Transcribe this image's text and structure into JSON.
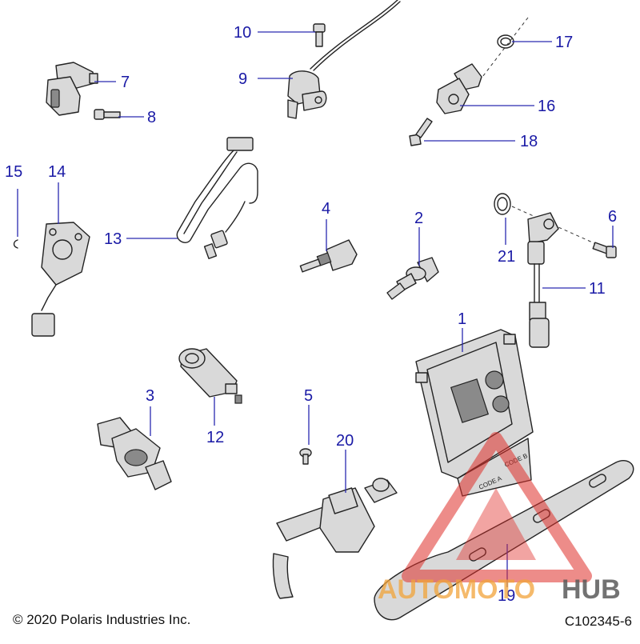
{
  "callouts": {
    "c1": "1",
    "c2": "2",
    "c3": "3",
    "c4": "4",
    "c5": "5",
    "c6": "6",
    "c7": "7",
    "c8": "8",
    "c9": "9",
    "c10": "10",
    "c11": "11",
    "c12": "12",
    "c13": "13",
    "c14": "14",
    "c15": "15",
    "c16": "16",
    "c17": "17",
    "c18": "18",
    "c19": "19",
    "c20": "20",
    "c21": "21"
  },
  "footer": {
    "copyright": "© 2020 Polaris Industries Inc.",
    "diagram_code": "C102345-6"
  },
  "watermark": {
    "word_a": "AUTOMOTO",
    "word_b": "HUB"
  },
  "ecu_labels": {
    "code_a": "CODE A",
    "code_b": "CODE B"
  },
  "colors": {
    "callout": "#1a1aa6",
    "watermark_red": "#e0302a",
    "watermark_orange": "#f2a43a",
    "watermark_gray": "#5a5a5a"
  }
}
